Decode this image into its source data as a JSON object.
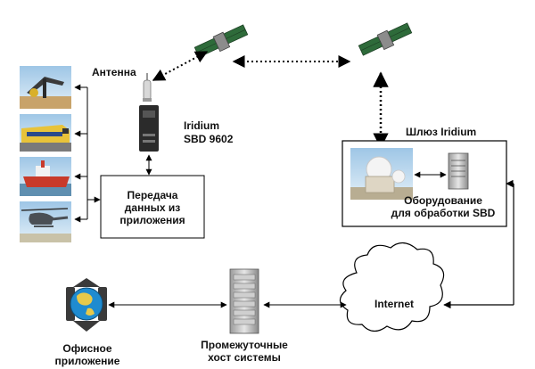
{
  "labels": {
    "antenna": "Антенна",
    "device_line1": "Iridium",
    "device_line2": "SBD 9602",
    "app_data_line1": "Передача",
    "app_data_line2": "данных из",
    "app_data_line3": "приложения",
    "gateway_title": "Шлюз Iridium",
    "sbd_equipment_line1": "Оборудование",
    "sbd_equipment_line2": "для обработки SBD",
    "internet": "Internet",
    "host_line1": "Промежуточные",
    "host_line2": "хост системы",
    "office_line1": "Офисное",
    "office_line2": "приложение"
  },
  "icons": {
    "satellite_left": "satellite-icon",
    "satellite_right": "satellite-icon",
    "antenna": "antenna-icon",
    "modem": "modem-icon",
    "ground_station": "ground-station-icon",
    "server_rack": "server-rack-icon",
    "cloud": "cloud-icon",
    "globe": "globe-icon"
  },
  "colors": {
    "line": "#000000",
    "satellite_panel": "#2e6b3a",
    "sky": "#9ec6e6"
  }
}
